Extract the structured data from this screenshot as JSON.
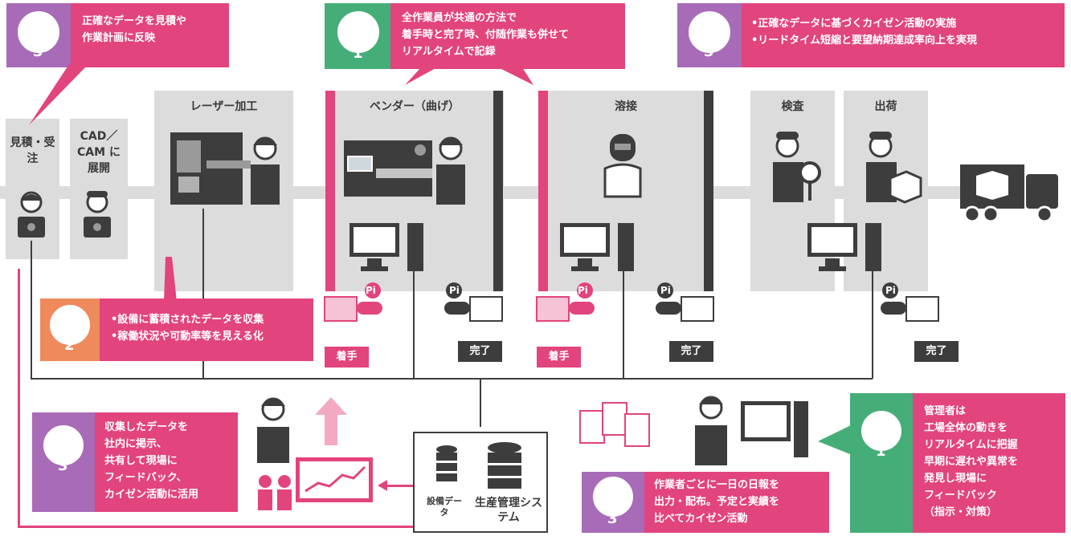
{
  "stations": {
    "estimate": "見積・受注",
    "cadcam": "CAD／CAM に展開",
    "laser": "レーザー加工",
    "bender": "ベンダー（曲げ）",
    "welding": "溶接",
    "inspection": "検査",
    "shipping": "出荷"
  },
  "callouts": {
    "top_left": {
      "badge": "3",
      "lines": [
        "正確なデータを見積や",
        "作業計画に反映"
      ]
    },
    "top_center": {
      "badge": "1",
      "lines": [
        "全作業員が共通の方法で",
        "着手時と完了時、付随作業も併せて",
        "リアルタイムで記録"
      ]
    },
    "top_right": {
      "badge": "3",
      "lines": [
        "•正確なデータに基づくカイゼン活動の実施",
        "•リードタイム短縮と要望納期達成率向上を実現"
      ]
    },
    "mid_left": {
      "badge": "2",
      "lines": [
        "•設備に蓄積されたデータを収集",
        "•稼働状況や可動率等を見える化"
      ]
    },
    "bottom_left": {
      "badge": "3",
      "lines": [
        "収集したデータを",
        "社内に掲示、",
        "共有して現場に",
        "フィードバック、",
        "カイゼン活動に活用"
      ]
    },
    "bottom_center": {
      "badge": "3",
      "lines": [
        "作業者ごとに一日の日報を",
        "出力・配布。予定と実績を",
        "比べてカイゼン活動"
      ]
    },
    "bottom_right": {
      "badge": "1",
      "lines": [
        "管理者は",
        "工場全体の動きを",
        "リアルタイムに把握",
        "早期に遅れや異常を",
        "発見し現場に",
        "フィードバック",
        "（指示・対策）"
      ]
    }
  },
  "tags": {
    "start": "着手",
    "done": "完了",
    "pi": "Pi"
  },
  "server": {
    "db_label": "設備データ",
    "system_label": "生産管理システム"
  },
  "colors": {
    "pink": "#e2447d",
    "purple": "#a86bb7",
    "green": "#45ae78",
    "orange": "#ef8a5d",
    "gray": "#dcdcdd",
    "dark": "#3d3d3d"
  }
}
